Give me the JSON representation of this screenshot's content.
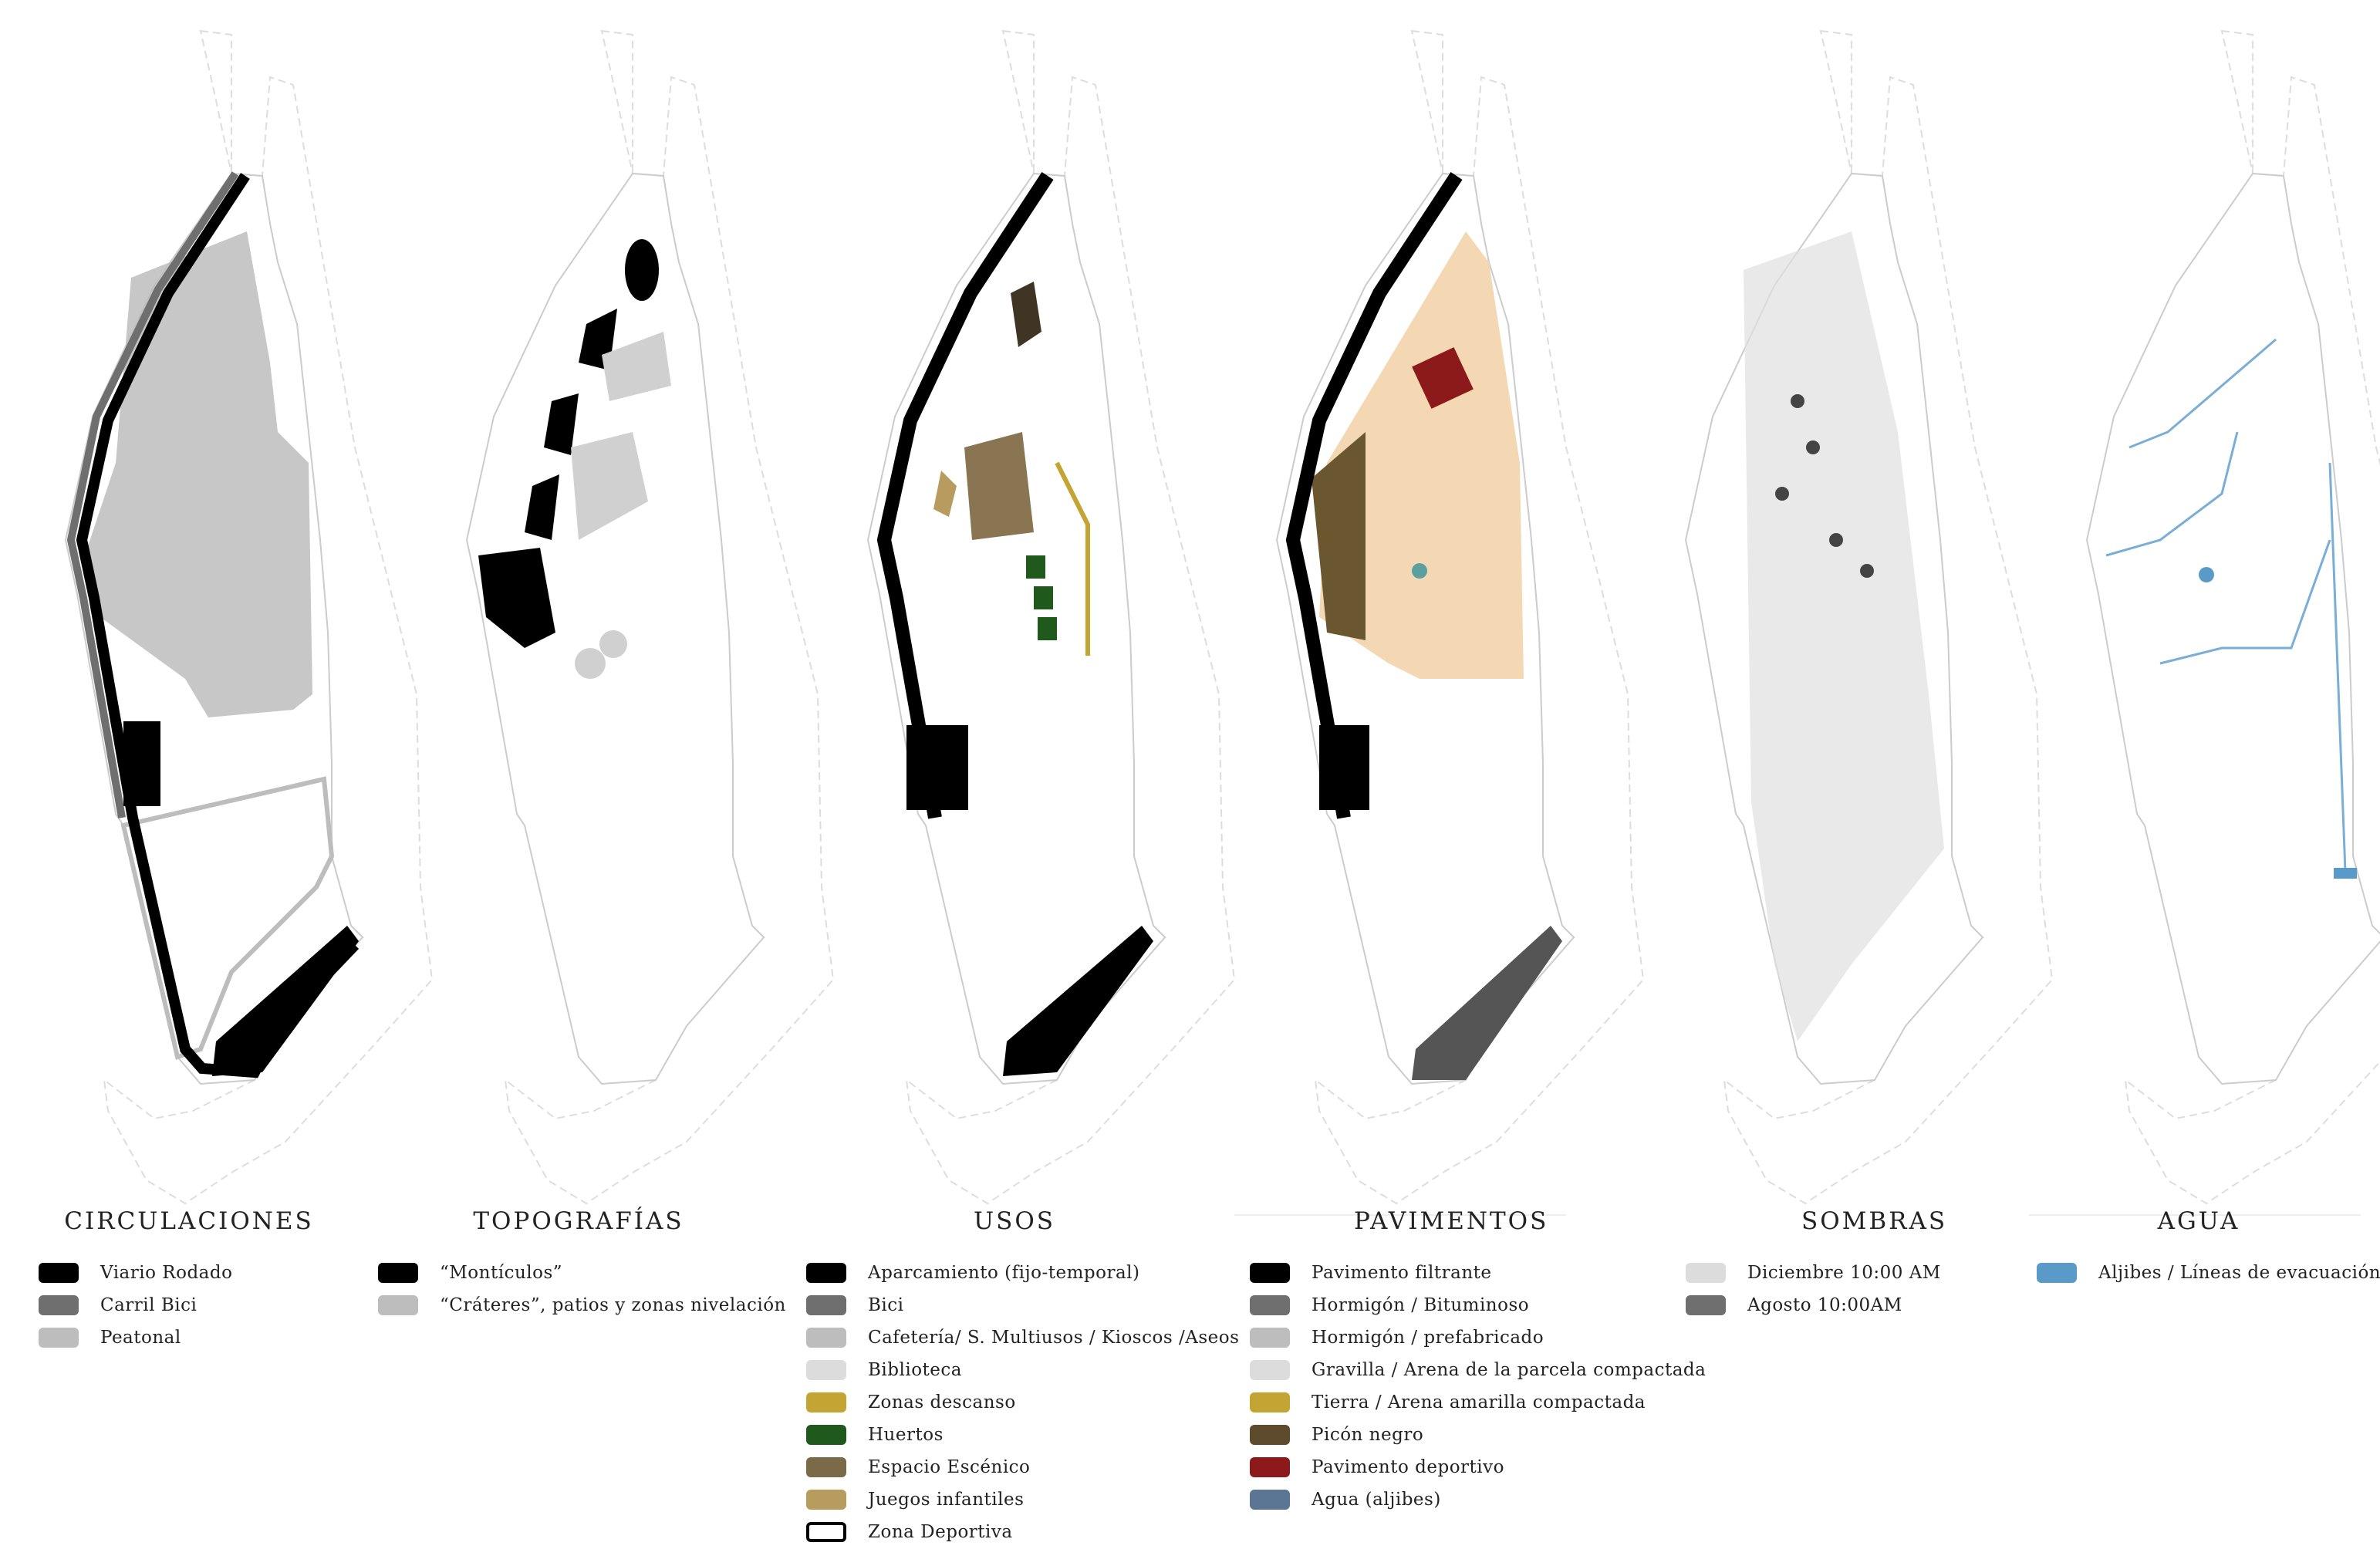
{
  "panels": [
    {
      "title": "CIRCULACIONES",
      "items": [
        {
          "label": "Viario Rodado",
          "color": "#000000"
        },
        {
          "label": "Carril Bici",
          "color": "#6f6f6f"
        },
        {
          "label": "Peatonal",
          "color": "#bdbdbd"
        }
      ]
    },
    {
      "title": "TOPOGRAFÍAS",
      "items": [
        {
          "label": "“Montículos”",
          "color": "#000000"
        },
        {
          "label": "“Cráteres”, patios y zonas nivelación",
          "color": "#bdbdbd"
        }
      ]
    },
    {
      "title": "USOS",
      "items": [
        {
          "label": "Aparcamiento  (fijo-temporal)",
          "color": "#000000"
        },
        {
          "label": "Bici",
          "color": "#6f6f6f"
        },
        {
          "label": " Cafetería/ S. Multiusos / Kioscos /Aseos",
          "color": "#bdbdbd"
        },
        {
          "label": "Biblioteca",
          "color": "#dcdcdc"
        },
        {
          "label": "Zonas descanso",
          "color": "#c4a533"
        },
        {
          "label": "Huertos",
          "color": "#1f5a1c"
        },
        {
          "label": "Espacio Escénico",
          "color": "#7a6a47"
        },
        {
          "label": "Juegos infantiles",
          "color": "#b89b5e"
        },
        {
          "label": "Zona Deportiva",
          "color": "outline"
        }
      ]
    },
    {
      "title": "PAVIMENTOS",
      "items": [
        {
          "label": "Pavimento filtrante",
          "color": "#000000"
        },
        {
          "label": "Hormigón / Bituminoso",
          "color": "#6f6f6f"
        },
        {
          "label": "Hormigón / prefabricado",
          "color": "#bdbdbd"
        },
        {
          "label": "Gravilla / Arena  de la parcela compactada",
          "color": "#dcdcdc"
        },
        {
          "label": "Tierra / Arena amarilla compactada",
          "color": "#c4a533"
        },
        {
          "label": "Picón negro",
          "color": "#5e4a2c"
        },
        {
          "label": "Pavimento deportivo",
          "color": "#8c1a1a"
        },
        {
          "label": "Agua (aljibes)",
          "color": "#5a7694"
        }
      ]
    },
    {
      "title": "SOMBRAS",
      "items": [
        {
          "label": "Diciembre 10:00 AM",
          "color": "#dcdcdc"
        },
        {
          "label": "Agosto 10:00AM",
          "color": "#6f6f6f"
        }
      ]
    },
    {
      "title": "AGUA",
      "items": [
        {
          "label": "Aljibes / Líneas de evacuación",
          "color": "#5a9ac9"
        }
      ]
    }
  ]
}
